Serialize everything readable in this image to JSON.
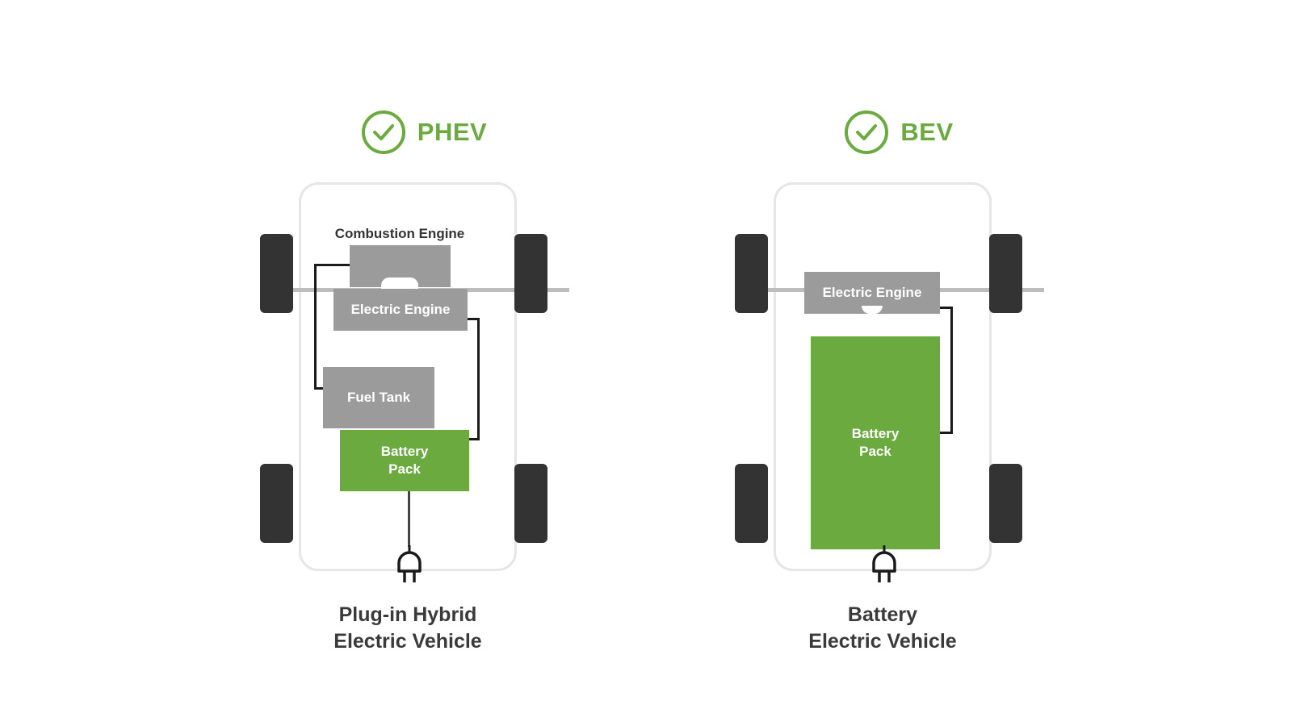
{
  "phev": {
    "heading": "PHEV",
    "components": {
      "combustion_engine": "Combustion Engine",
      "electric_engine": "Electric Engine",
      "fuel_tank": "Fuel Tank",
      "battery_pack_line1": "Battery",
      "battery_pack_line2": "Pack"
    },
    "caption_line1": "Plug-in Hybrid",
    "caption_line2": "Electric Vehicle"
  },
  "bev": {
    "heading": "BEV",
    "components": {
      "electric_engine": "Electric Engine",
      "battery_pack_line1": "Battery",
      "battery_pack_line2": "Pack"
    },
    "caption_line1": "Battery",
    "caption_line2": "Electric Vehicle"
  },
  "colors": {
    "accent_green": "#6aaa3e",
    "component_grey": "#9b9b9b",
    "wheel": "#333333",
    "caption_text": "#3a3a3a"
  },
  "icons": [
    "check-circle-icon",
    "plug-icon"
  ]
}
